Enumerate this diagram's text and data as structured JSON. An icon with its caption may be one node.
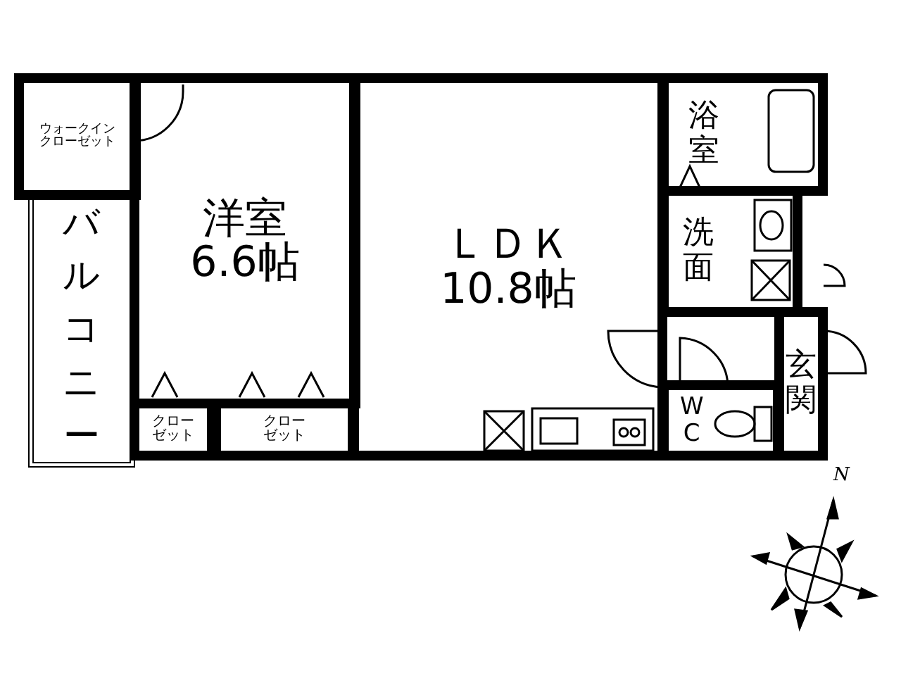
{
  "diagram": {
    "nodes": [
      {
        "text": [
          "ウォークインクローゼット"
        ]
      },
      {
        "text": [
          "洋室",
          "6.6帖"
        ]
      },
      {
        "text": [
          "バルコニー"
        ]
      },
      {
        "text": [
          "クローゼット"
        ]
      },
      {
        "text": [
          "クローゼット"
        ]
      },
      {
        "text": [
          "ＬＤＫ",
          "10.8帖"
        ]
      },
      {
        "text": [
          "浴室"
        ]
      },
      {
        "text": [
          "洗面"
        ]
      },
      {
        "text": [
          "玄関"
        ]
      },
      {
        "text": [
          "WC"
        ]
      }
    ],
    "labels": [
      "N"
    ]
  }
}
